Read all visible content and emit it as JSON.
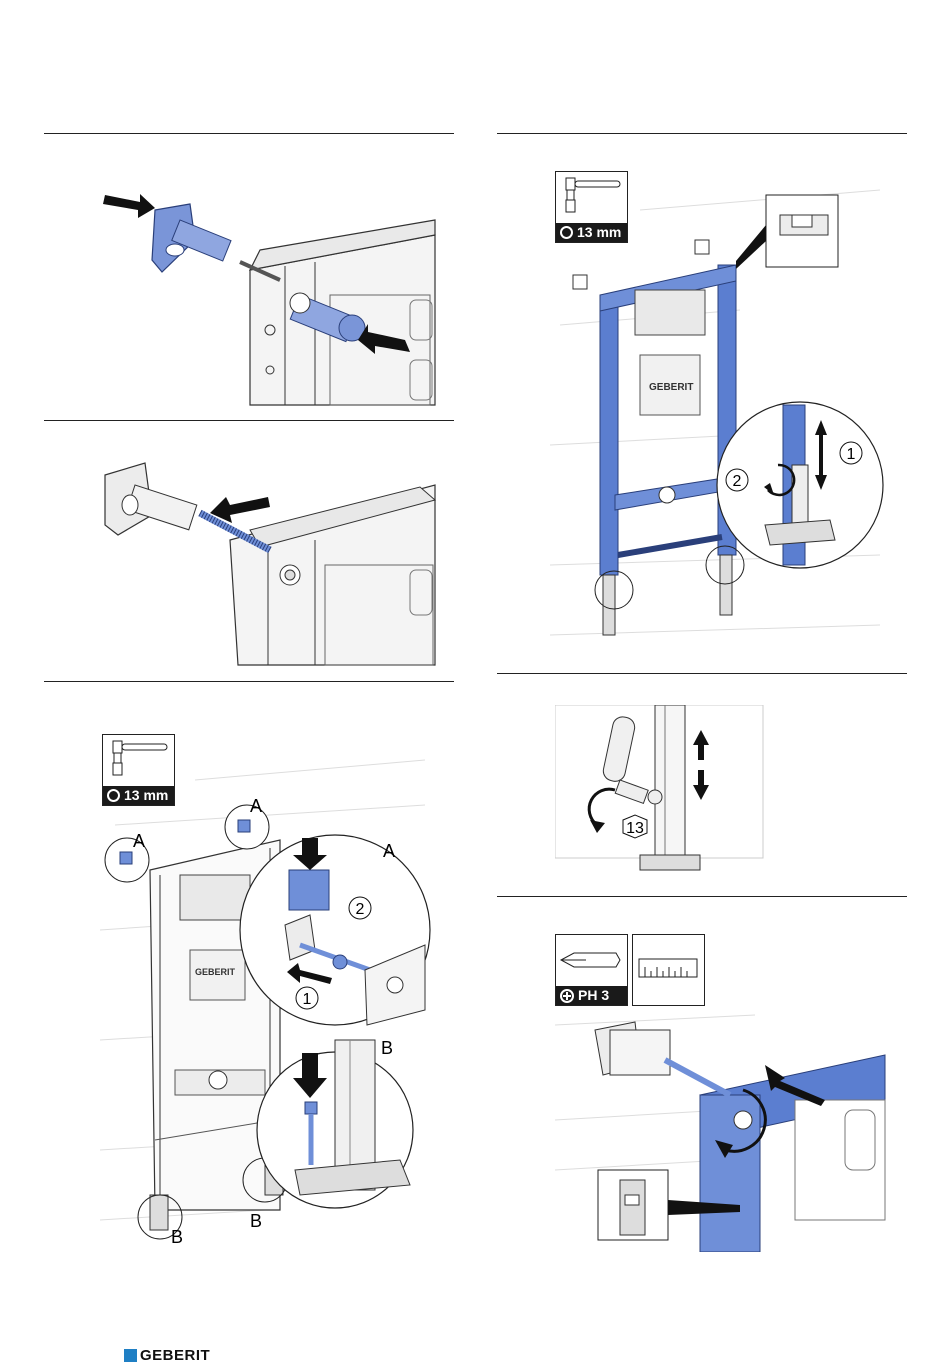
{
  "steps": {
    "step3_tool": {
      "label": "13 mm",
      "icon": "socket-wrench-icon"
    },
    "step3_callouts": [
      "A",
      "A",
      "A",
      "B",
      "B",
      "B"
    ],
    "step3_numbers": [
      "1",
      "2"
    ],
    "step4_tool": {
      "label": "13 mm",
      "icon": "socket-wrench-icon"
    },
    "step4_numbers": [
      "1",
      "2"
    ],
    "step5_nut_size": "13",
    "step6_tool": {
      "label": "PH 3",
      "icon": "phillips-screwdriver-icon"
    },
    "step6_tool2": {
      "icon": "ruler-icon"
    }
  },
  "frame_logo": "GEBERIT",
  "footer": {
    "brand": "GEBERIT"
  },
  "colors": {
    "accent_blue": "#6f8fd8",
    "frame_blue": "#5b7ed0",
    "brand_blue": "#1f7fc4"
  }
}
